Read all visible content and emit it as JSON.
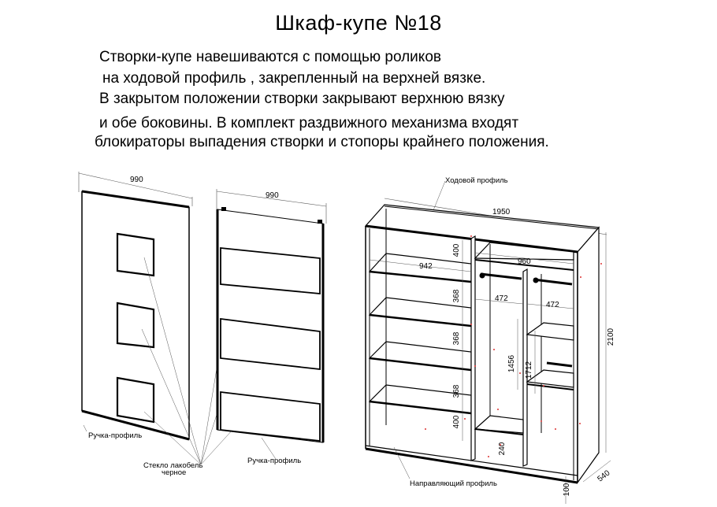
{
  "title": "Шкаф-купе №18",
  "description": [
    "Створки-купе навешиваются с помощью роликов",
    "на ходовой профиль , закрепленный на верхней вязке.",
    "В закрытом положении створки закрывают верхнюю вязку",
    "и обе боковины. В комплект раздвижного механизма входят",
    "блокираторы выпадения створки и стопоры крайнего положения."
  ],
  "door1": {
    "width_dim": "990",
    "handle_label": "Ручка-профиль",
    "glass_label_line1": "Стекло лакобель",
    "glass_label_line2": "черное"
  },
  "door2": {
    "width_dim": "990",
    "handle_label": "Ручка-профиль"
  },
  "cabinet": {
    "top_profile_label": "Ходовой профиль",
    "bottom_profile_label": "Направляющий профиль",
    "width": "1950",
    "height": "2100",
    "depth": "540",
    "plinth": "100",
    "left_section_width": "942",
    "right_section_width": "960",
    "left_shelf_heights": [
      "400",
      "368",
      "368",
      "368",
      "400"
    ],
    "inner_widths": [
      "472",
      "472"
    ],
    "rail_heights": [
      "1456",
      "1712"
    ],
    "bottom_compartment": "240"
  }
}
